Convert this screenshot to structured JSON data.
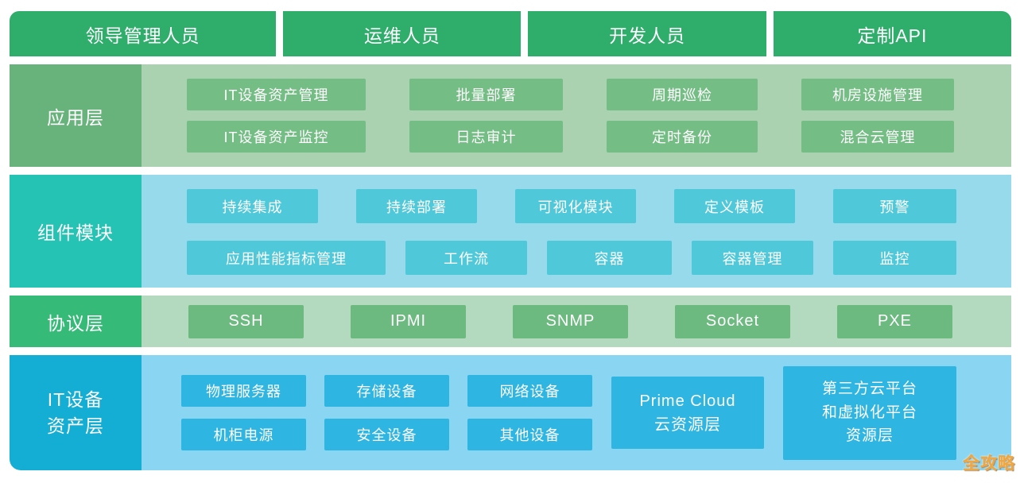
{
  "actors": [
    "领导管理人员",
    "运维人员",
    "开发人员",
    "定制API"
  ],
  "app_layer": {
    "label": "应用层",
    "items": [
      "IT设备资产管理",
      "批量部署",
      "周期巡检",
      "机房设施管理",
      "IT设备资产监控",
      "日志审计",
      "定时备份",
      "混合云管理"
    ]
  },
  "component_layer": {
    "label": "组件模块",
    "row1": [
      "持续集成",
      "持续部署",
      "可视化模块",
      "定义模板",
      "预警"
    ],
    "row2": [
      "应用性能指标管理",
      "工作流",
      "容器",
      "容器管理",
      "监控"
    ]
  },
  "protocol_layer": {
    "label": "协议层",
    "items": [
      "SSH",
      "IPMI",
      "SNMP",
      "Socket",
      "PXE"
    ]
  },
  "asset_layer": {
    "label": "IT设备\n资产层",
    "items": [
      "物理服务器",
      "存储设备",
      "网络设备",
      "机柜电源",
      "安全设备",
      "其他设备"
    ],
    "cloud_box": "Prime Cloud\n云资源层",
    "third_party_box": "第三方云平台\n和虚拟化平台\n资源层"
  },
  "watermark": "全攻略",
  "colors": {
    "actor_green": "#2ead6b",
    "app_label_green": "#68b37b",
    "app_bg_green": "#abd2b0",
    "app_item_green": "#74bd84",
    "component_label_teal": "#25c3b4",
    "component_bg_blue": "#97daec",
    "component_item_cyan": "#4fc8da",
    "protocol_label_green": "#36ba77",
    "protocol_bg_green": "#b3d9be",
    "protocol_item_green": "#6cba7f",
    "asset_label_cyan": "#14aed4",
    "asset_bg_blue": "#8ad5f2",
    "asset_item_blue": "#2eb5e2",
    "watermark_gold": "#efa63e",
    "text_white": "#ffffff"
  }
}
